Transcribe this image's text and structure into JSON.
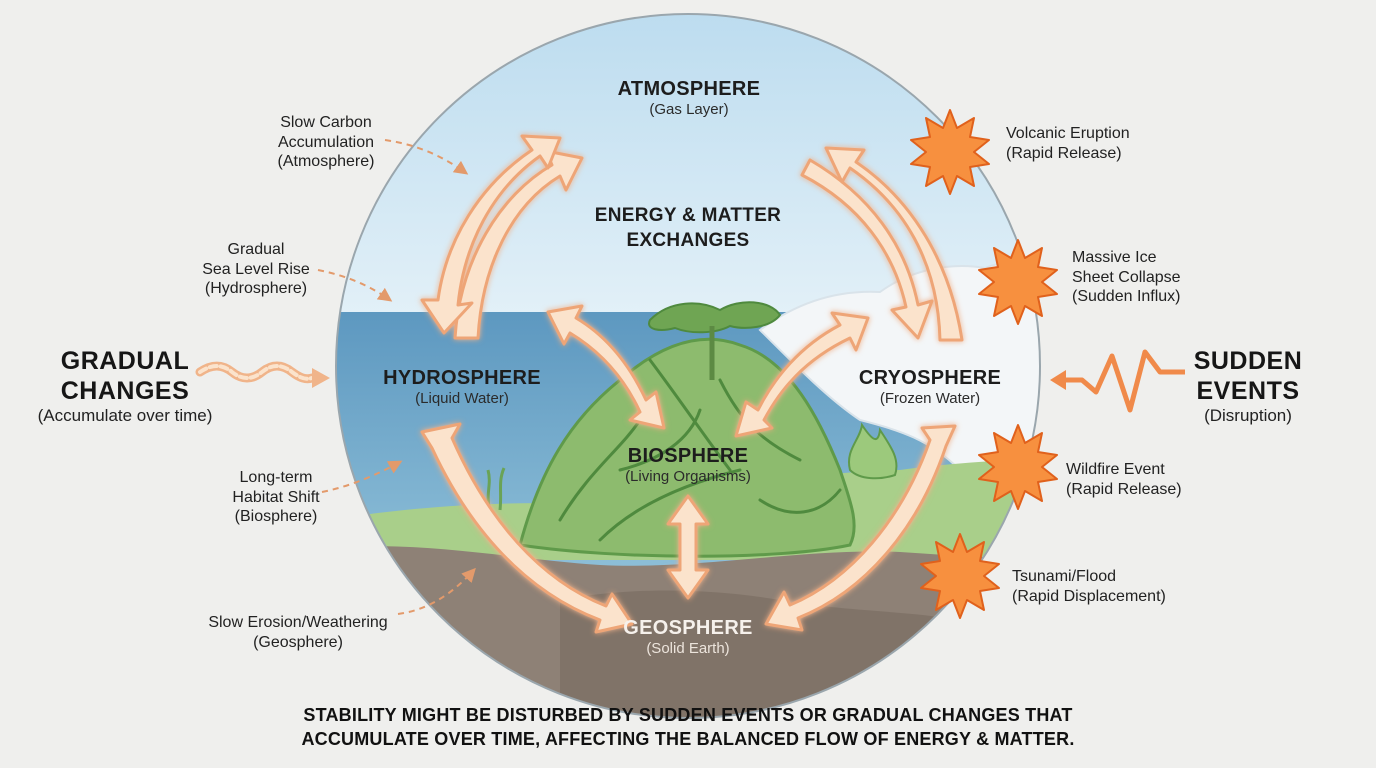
{
  "spheres": {
    "atmosphere": {
      "title": "ATMOSPHERE",
      "subtitle": "(Gas Layer)"
    },
    "hydrosphere": {
      "title": "HYDROSPHERE",
      "subtitle": "(Liquid Water)"
    },
    "cryosphere": {
      "title": "CRYOSPHERE",
      "subtitle": "(Frozen Water)"
    },
    "biosphere": {
      "title": "BIOSPHERE",
      "subtitle": "(Living Organisms)"
    },
    "geosphere": {
      "title": "GEOSPHERE",
      "subtitle": "(Solid Earth)"
    }
  },
  "center_label": {
    "line1": "ENERGY & MATTER",
    "line2": "EXCHANGES"
  },
  "gradual": {
    "title_line1": "GRADUAL",
    "title_line2": "CHANGES",
    "subtitle": "(Accumulate over time)",
    "items": [
      {
        "line1": "Slow Carbon",
        "line2": "Accumulation",
        "line3": "(Atmosphere)"
      },
      {
        "line1": "Gradual",
        "line2": "Sea Level Rise",
        "line3": "(Hydrosphere)"
      },
      {
        "line1": "Long-term",
        "line2": "Habitat Shift",
        "line3": "(Biosphere)"
      },
      {
        "line1": "Slow Erosion/Weathering",
        "line2": "(Geosphere)"
      }
    ]
  },
  "sudden": {
    "title_line1": "SUDDEN",
    "title_line2": "EVENTS",
    "subtitle": "(Disruption)",
    "items": [
      {
        "line1": "Volcanic Eruption",
        "line2": "(Rapid Release)"
      },
      {
        "line1": "Massive Ice",
        "line2": "Sheet Collapse",
        "line3": "(Sudden Influx)"
      },
      {
        "line1": "Wildfire Event",
        "line2": "(Rapid Release)"
      },
      {
        "line1": "Tsunami/Flood",
        "line2": "(Rapid Displacement)"
      }
    ]
  },
  "footer": {
    "line1": "STABILITY MIGHT BE DISTURBED BY SUDDEN EVENTS OR GRADUAL CHANGES THAT",
    "line2": "ACCUMULATE OVER TIME, AFFECTING THE BALANCED FLOW OF ENERGY & MATTER."
  },
  "colors": {
    "background": "#efefed",
    "sky": "#c9e4f3",
    "water": "#6ea6c8",
    "ice": "#f4f7f9",
    "land": "#9bc47e",
    "ground": "#8a7d70",
    "arrow_fill": "#fbe3cc",
    "arrow_stroke": "#eea577",
    "burst_fill": "#f7903f",
    "burst_stroke": "#e0611c",
    "dashed": "#e39a6b"
  }
}
